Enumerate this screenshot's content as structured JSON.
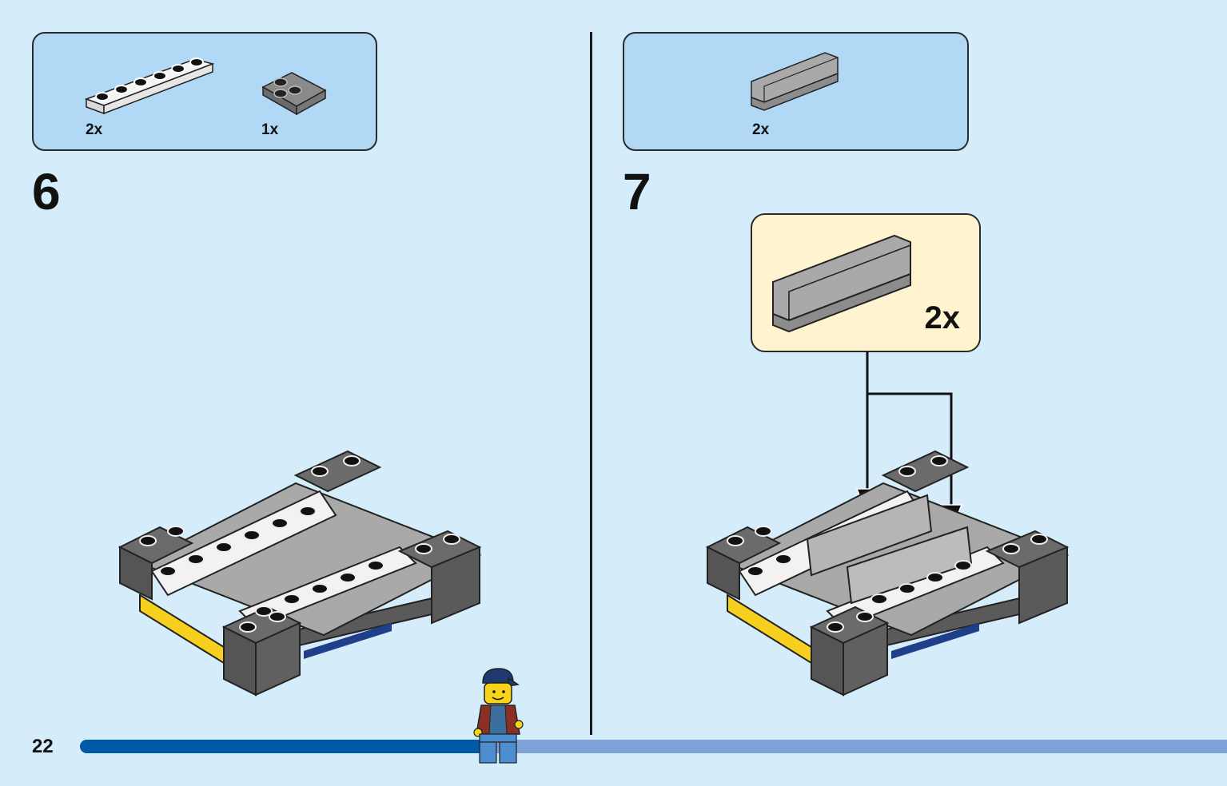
{
  "page": {
    "number": "22"
  },
  "steps": [
    {
      "number": "6",
      "parts": [
        {
          "name": "white-1x6-plate",
          "qty": "2x"
        },
        {
          "name": "dark-gray-2x2-corner-plate",
          "qty": "1x"
        }
      ]
    },
    {
      "number": "7",
      "parts": [
        {
          "name": "gray-1x4-panel",
          "qty": "2x"
        }
      ],
      "callout": {
        "qty": "2x"
      }
    }
  ],
  "progress": {
    "fraction": 0.36
  },
  "colors": {
    "background": "#d5ecfb",
    "parts_box": "#b1d8f4",
    "callout_box": "#fff4cf",
    "progress_fill": "#0059a8",
    "progress_track": "#7fa3d8",
    "dark_gray_brick": "#6b6b6b",
    "light_gray_brick": "#a9a9a9",
    "white_brick": "#f2f2f2",
    "yellow_brick": "#f7cf1f"
  }
}
